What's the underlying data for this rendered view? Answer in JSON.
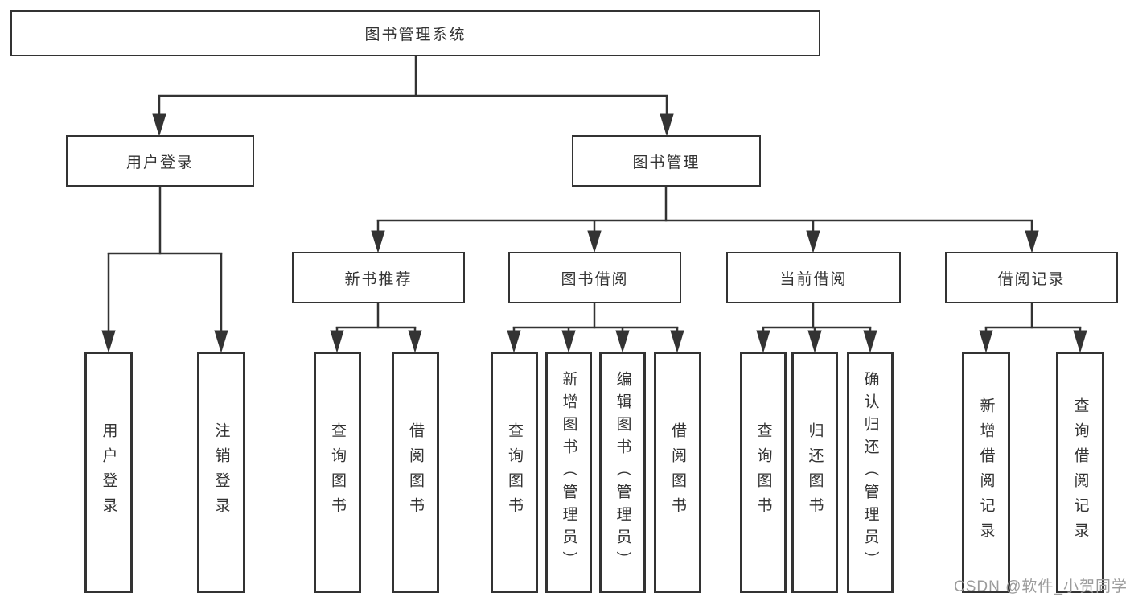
{
  "colors": {
    "line": "#333333",
    "text": "#333333",
    "box_fill": "#ffffff",
    "background": "#ffffff",
    "watermark": "#9b9b9b"
  },
  "nodes": {
    "root": "图书管理系统",
    "level2": {
      "user_login": "用户登录",
      "book_mgmt": "图书管理"
    },
    "level3": {
      "new_books": "新书推荐",
      "book_borrow": "图书借阅",
      "current_borrow": "当前借阅",
      "borrow_records": "借阅记录"
    },
    "leaves": {
      "user_login": [
        "用户登录",
        "注销登录"
      ],
      "new_books": [
        "查询图书",
        "借阅图书"
      ],
      "book_borrow": [
        "查询图书",
        "新增图书（管理员）",
        "编辑图书（管理员）",
        "借阅图书"
      ],
      "current_borrow": [
        "查询图书",
        "归还图书",
        "确认归还（管理员）"
      ],
      "borrow_records": [
        "新增借阅记录",
        "查询借阅记录"
      ]
    }
  },
  "watermark": "CSDN @软件_小贺同学"
}
